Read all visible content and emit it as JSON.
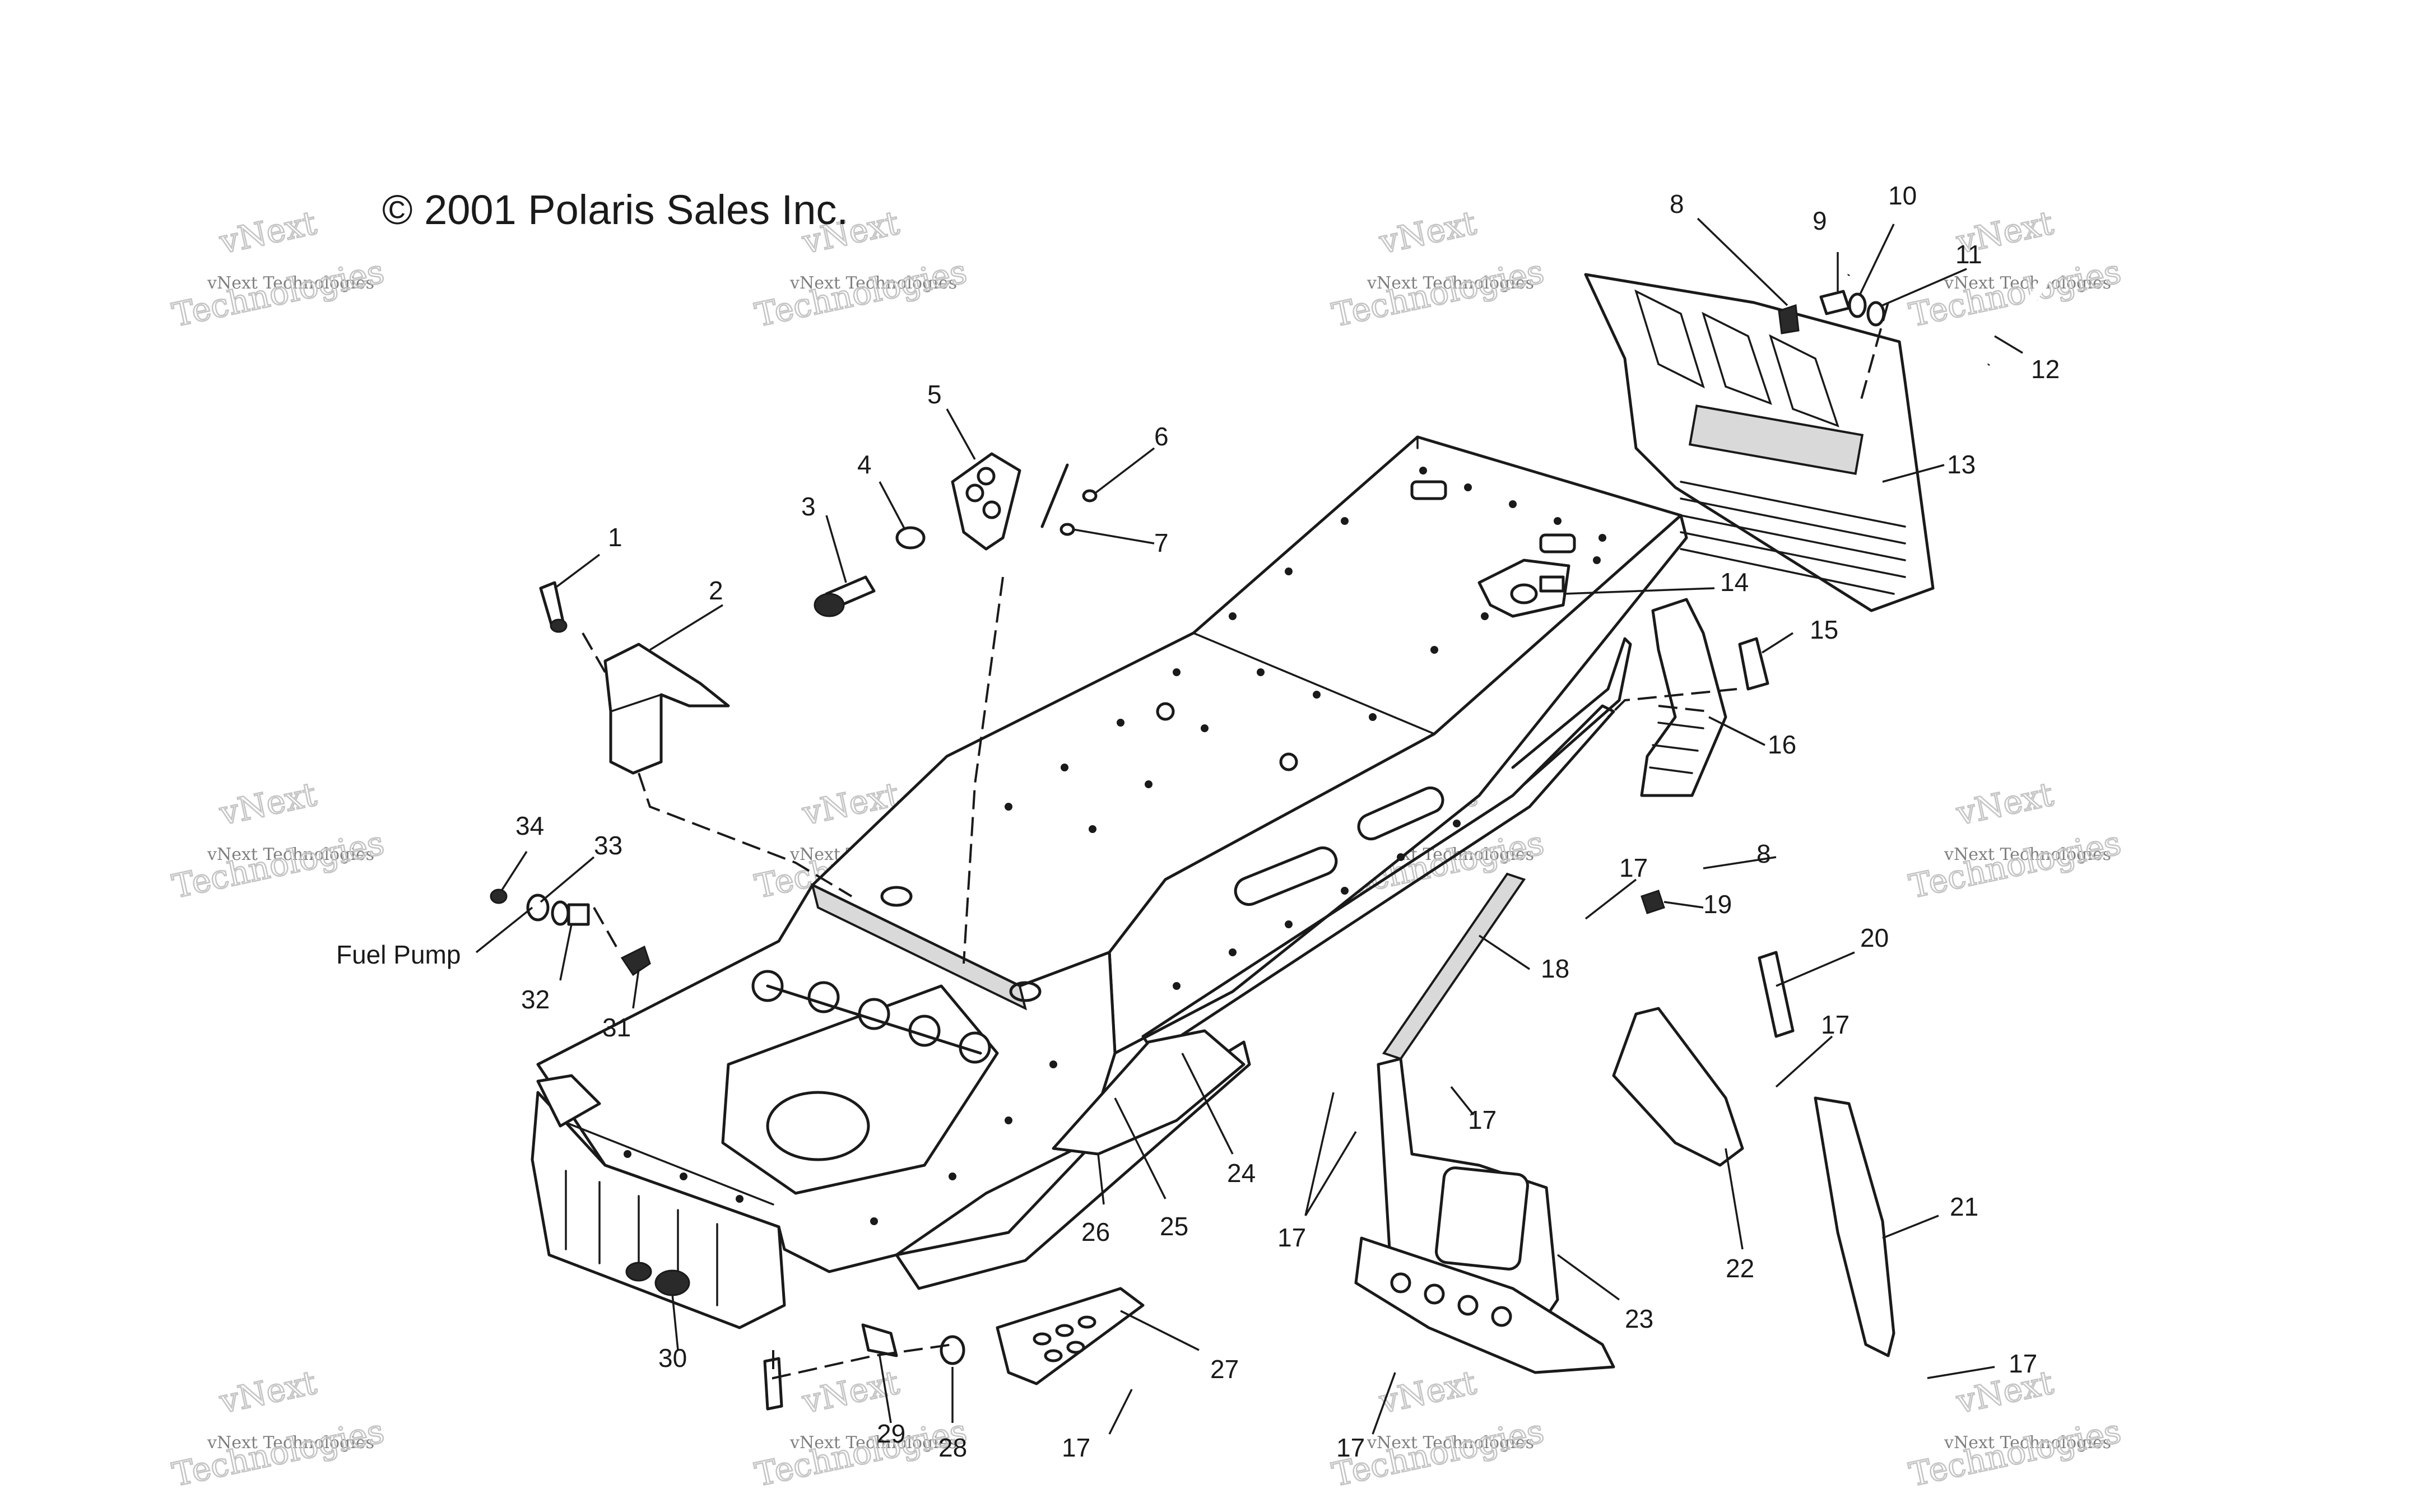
{
  "copyright": "© 2001 Polaris Sales Inc.",
  "fuel_pump_label": "Fuel Pump",
  "watermark": {
    "line1": "vNext",
    "line2": "vNext Technologies",
    "line3": "Technologies"
  },
  "callouts": [
    {
      "id": "c1",
      "text": "1"
    },
    {
      "id": "c2",
      "text": "2"
    },
    {
      "id": "c3",
      "text": "3"
    },
    {
      "id": "c4",
      "text": "4"
    },
    {
      "id": "c5",
      "text": "5"
    },
    {
      "id": "c6",
      "text": "6"
    },
    {
      "id": "c7",
      "text": "7"
    },
    {
      "id": "c8a",
      "text": "8"
    },
    {
      "id": "c9",
      "text": "9"
    },
    {
      "id": "c10",
      "text": "10"
    },
    {
      "id": "c11",
      "text": "11"
    },
    {
      "id": "c12",
      "text": "12"
    },
    {
      "id": "c13",
      "text": "13"
    },
    {
      "id": "c14",
      "text": "14"
    },
    {
      "id": "c15",
      "text": "15"
    },
    {
      "id": "c16",
      "text": "16"
    },
    {
      "id": "c8b",
      "text": "8"
    },
    {
      "id": "c17a",
      "text": "17"
    },
    {
      "id": "c19",
      "text": "19"
    },
    {
      "id": "c20",
      "text": "20"
    },
    {
      "id": "c18",
      "text": "18"
    },
    {
      "id": "c17b",
      "text": "17"
    },
    {
      "id": "c17c",
      "text": "17"
    },
    {
      "id": "c21",
      "text": "21"
    },
    {
      "id": "c22",
      "text": "22"
    },
    {
      "id": "c17d",
      "text": "17"
    },
    {
      "id": "c24",
      "text": "24"
    },
    {
      "id": "c25",
      "text": "25"
    },
    {
      "id": "c26",
      "text": "26"
    },
    {
      "id": "c23",
      "text": "23"
    },
    {
      "id": "c27",
      "text": "27"
    },
    {
      "id": "c17e",
      "text": "17"
    },
    {
      "id": "c17f",
      "text": "17"
    },
    {
      "id": "c17g",
      "text": "17"
    },
    {
      "id": "c28",
      "text": "28"
    },
    {
      "id": "c29",
      "text": "29"
    },
    {
      "id": "c30",
      "text": "30"
    },
    {
      "id": "c31",
      "text": "31"
    },
    {
      "id": "c32",
      "text": "32"
    },
    {
      "id": "c33",
      "text": "33"
    },
    {
      "id": "c34",
      "text": "34"
    }
  ]
}
